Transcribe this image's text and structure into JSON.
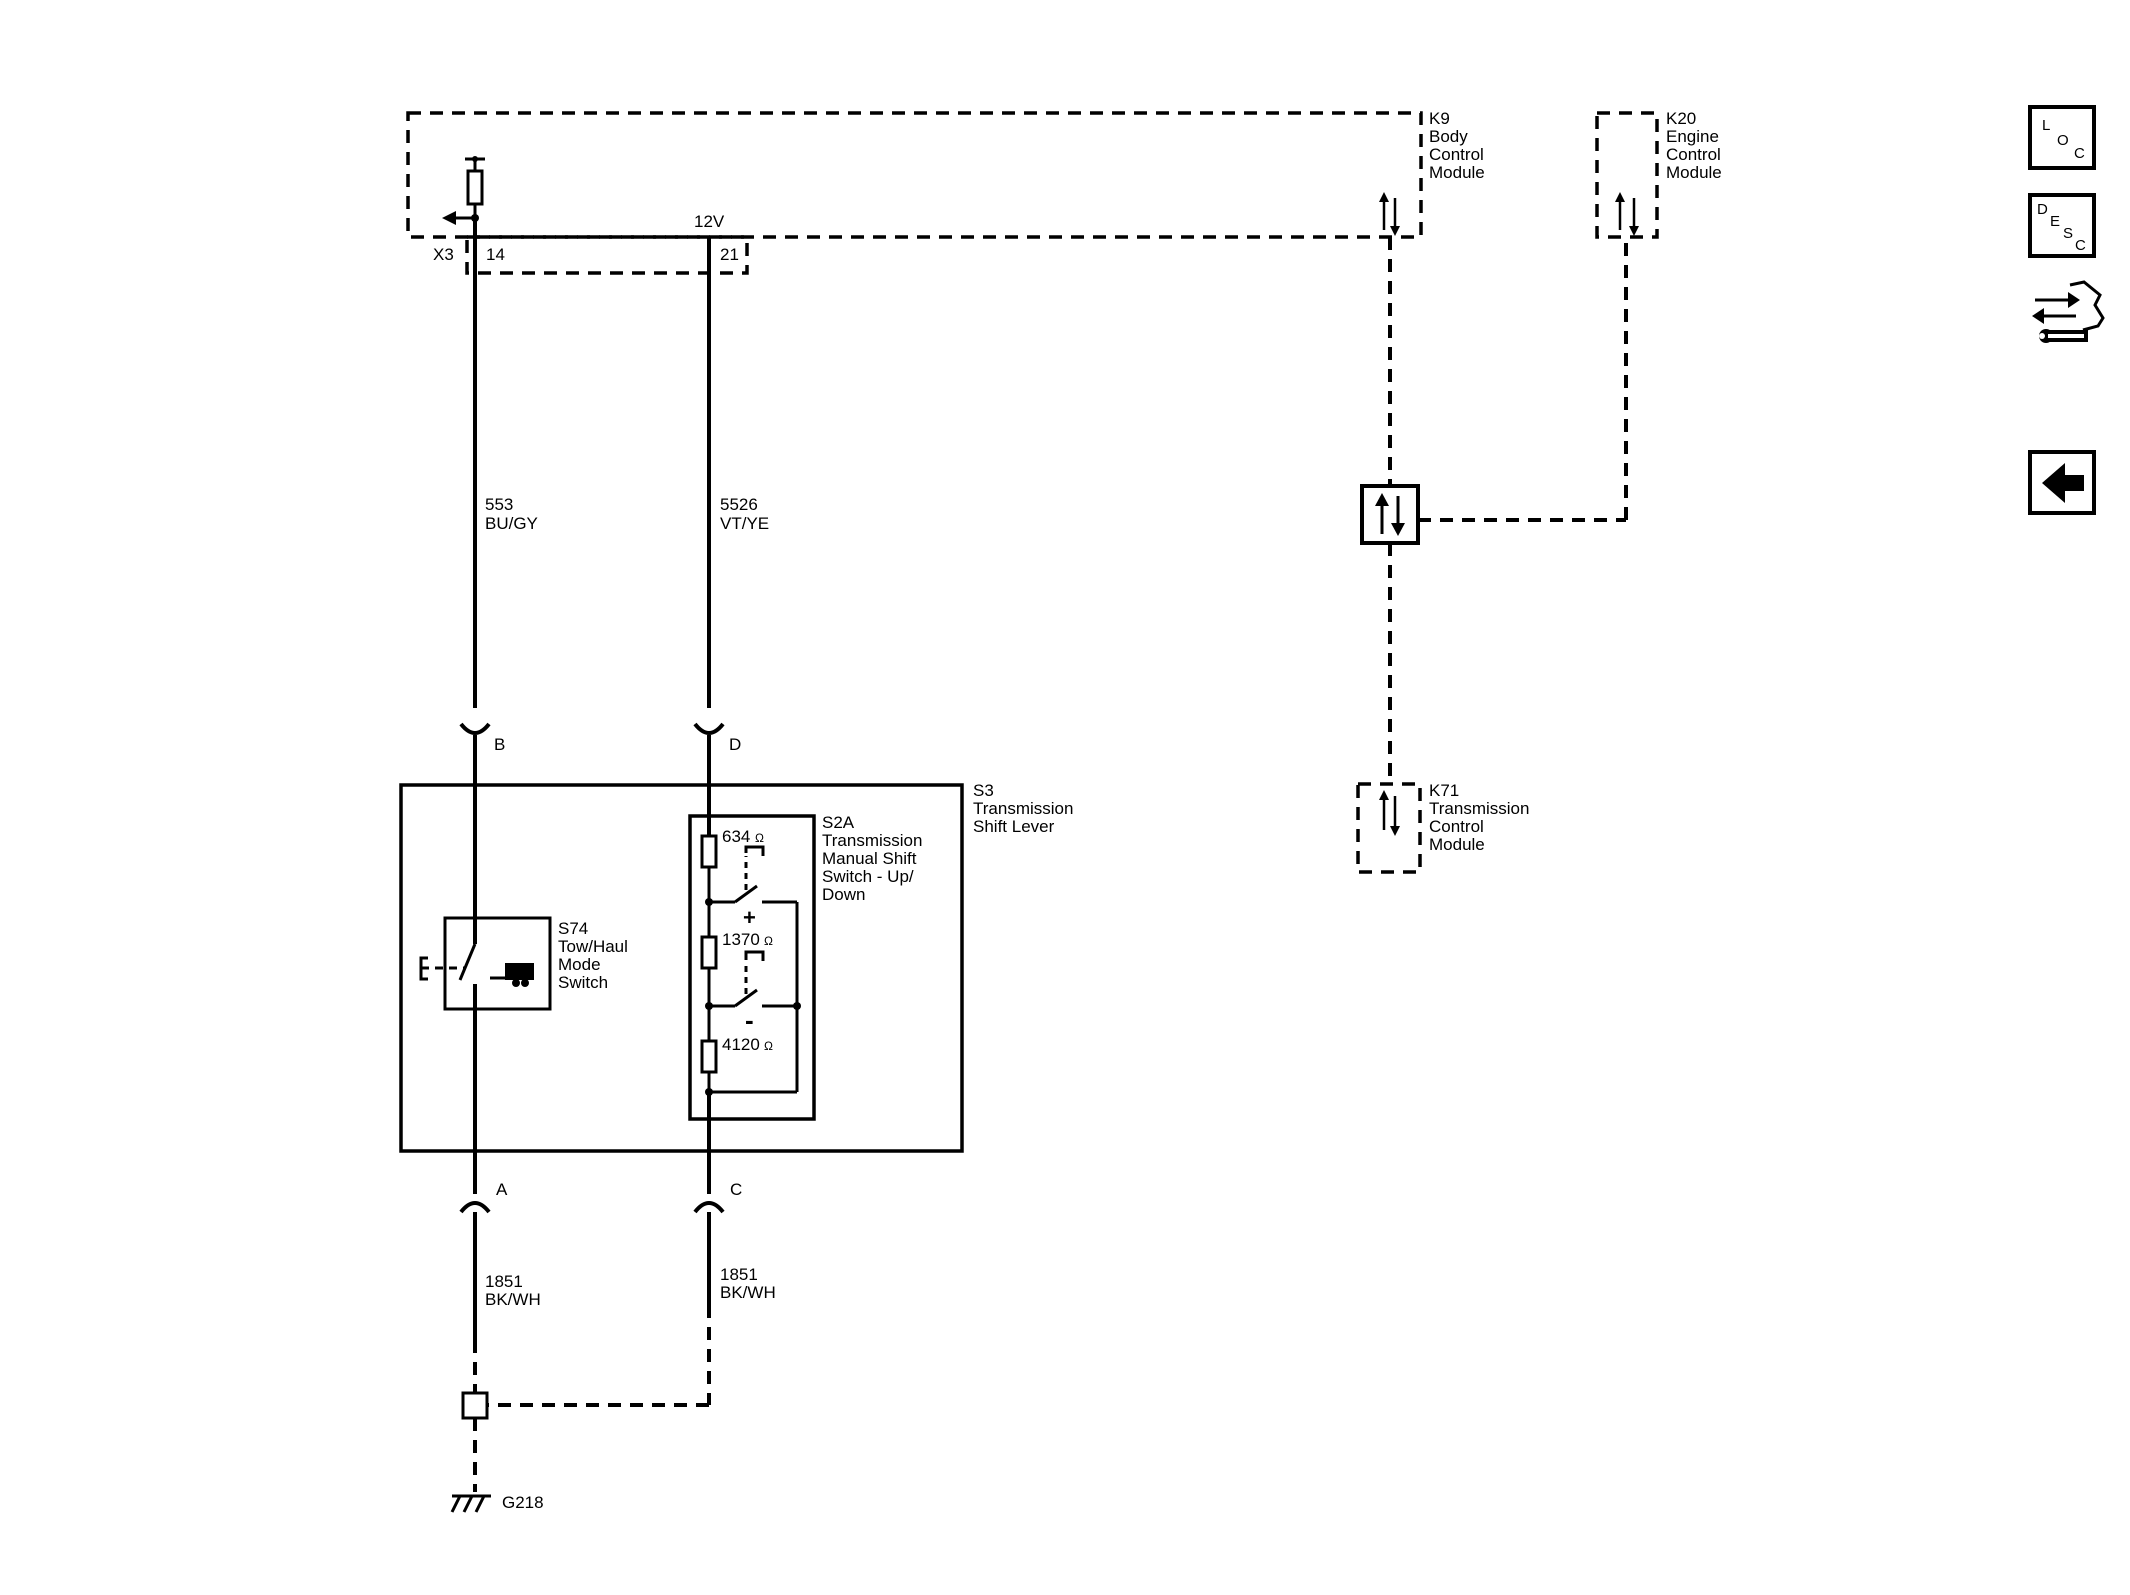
{
  "modules": {
    "k9": {
      "id": "K9",
      "name_lines": [
        "Body",
        "Control",
        "Module"
      ]
    },
    "k20": {
      "id": "K20",
      "name_lines": [
        "Engine",
        "Control",
        "Module"
      ]
    },
    "k71": {
      "id": "K71",
      "name_lines": [
        "Transmission",
        "Control",
        "Module"
      ]
    }
  },
  "connector": {
    "id": "X3",
    "pin_a": "14",
    "pin_b": "21",
    "voltage": "12V"
  },
  "circuits": {
    "left_upper": {
      "number": "553",
      "color": "BU/GY"
    },
    "right_upper": {
      "number": "5526",
      "color": "VT/YE"
    },
    "left_lower": {
      "number": "1851",
      "color": "BK/WH"
    },
    "right_lower": {
      "number": "1851",
      "color": "BK/WH"
    }
  },
  "pins": {
    "b": "B",
    "d": "D",
    "a": "A",
    "c": "C"
  },
  "s3": {
    "id": "S3",
    "name_lines": [
      "Transmission",
      "Shift Lever"
    ]
  },
  "s2a": {
    "id": "S2A",
    "name_lines": [
      "Transmission",
      "Manual Shift",
      "Switch - Up/",
      "Down"
    ]
  },
  "s74": {
    "id": "S74",
    "name_lines": [
      "Tow/Haul",
      "Mode",
      "Switch"
    ]
  },
  "resistors": {
    "r1": "634",
    "r2": "1370",
    "r3": "4120",
    "unit": "Ω"
  },
  "switch_signs": {
    "plus": "+",
    "minus": "-"
  },
  "ground": {
    "id": "G218"
  },
  "side_buttons": {
    "loc": [
      "L",
      "O",
      "C"
    ],
    "desc": [
      "D",
      "E",
      "S",
      "C"
    ]
  }
}
